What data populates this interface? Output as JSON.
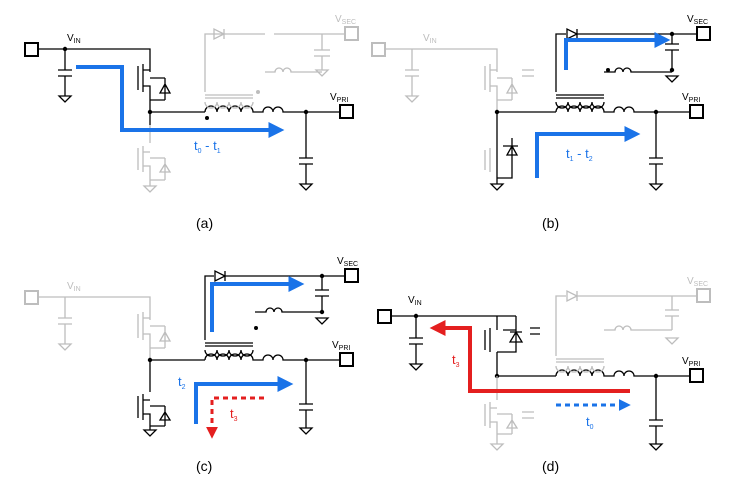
{
  "colors": {
    "flow_blue": "#1a73e8",
    "flow_red": "#e41f1f",
    "inactive_gray": "#bdbdbd",
    "wire_black": "#000000"
  },
  "labels": {
    "vin_main": "V",
    "vin_sub": "IN",
    "vsec_main": "V",
    "vsec_sub": "SEC",
    "vpri_main": "V",
    "vpri_sub": "PRI"
  },
  "panels": [
    {
      "caption": "(a)",
      "time_main_1": "t",
      "time_sub_1": "0",
      "time_sep": " - ",
      "time_main_2": "t",
      "time_sub_2": "1"
    },
    {
      "caption": "(b)",
      "time_main_1": "t",
      "time_sub_1": "1",
      "time_sep": " - ",
      "time_main_2": "t",
      "time_sub_2": "2"
    },
    {
      "caption": "(c)",
      "time_main_1": "t",
      "time_sub_1": "2",
      "time_main_2": "t",
      "time_sub_2": "3"
    },
    {
      "caption": "(d)",
      "time_main_1": "t",
      "time_sub_1": "3",
      "time_main_2": "t",
      "time_sub_2": "0"
    }
  ]
}
